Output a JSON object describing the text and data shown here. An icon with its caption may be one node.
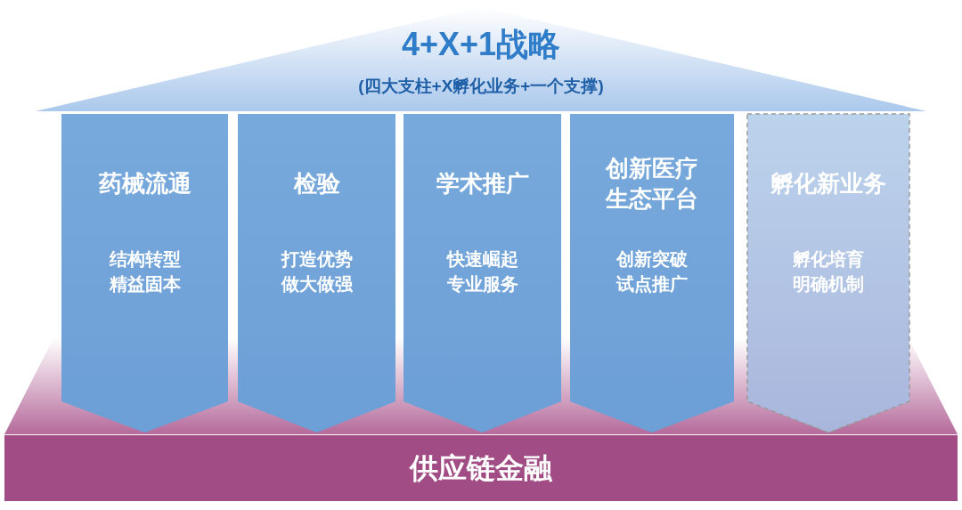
{
  "diagram": {
    "nodes": [
      {
        "text": [
          "4+X+1战略",
          "(四大支柱+X孵化业务+一个支撑)"
        ]
      },
      {
        "text": [
          "药械流通",
          "结构转型",
          "精益固本"
        ]
      },
      {
        "text": [
          "检验",
          "打造优势",
          "做大做强"
        ]
      },
      {
        "text": [
          "学术推广",
          "快速崛起",
          "专业服务"
        ]
      },
      {
        "text": [
          "创新医疗生态平台",
          "创新突破",
          "试点推广"
        ]
      },
      {
        "text": [
          "孵化新业务",
          "孵化培育",
          "明确机制"
        ]
      },
      {
        "text": [
          "供应链金融"
        ]
      }
    ]
  }
}
